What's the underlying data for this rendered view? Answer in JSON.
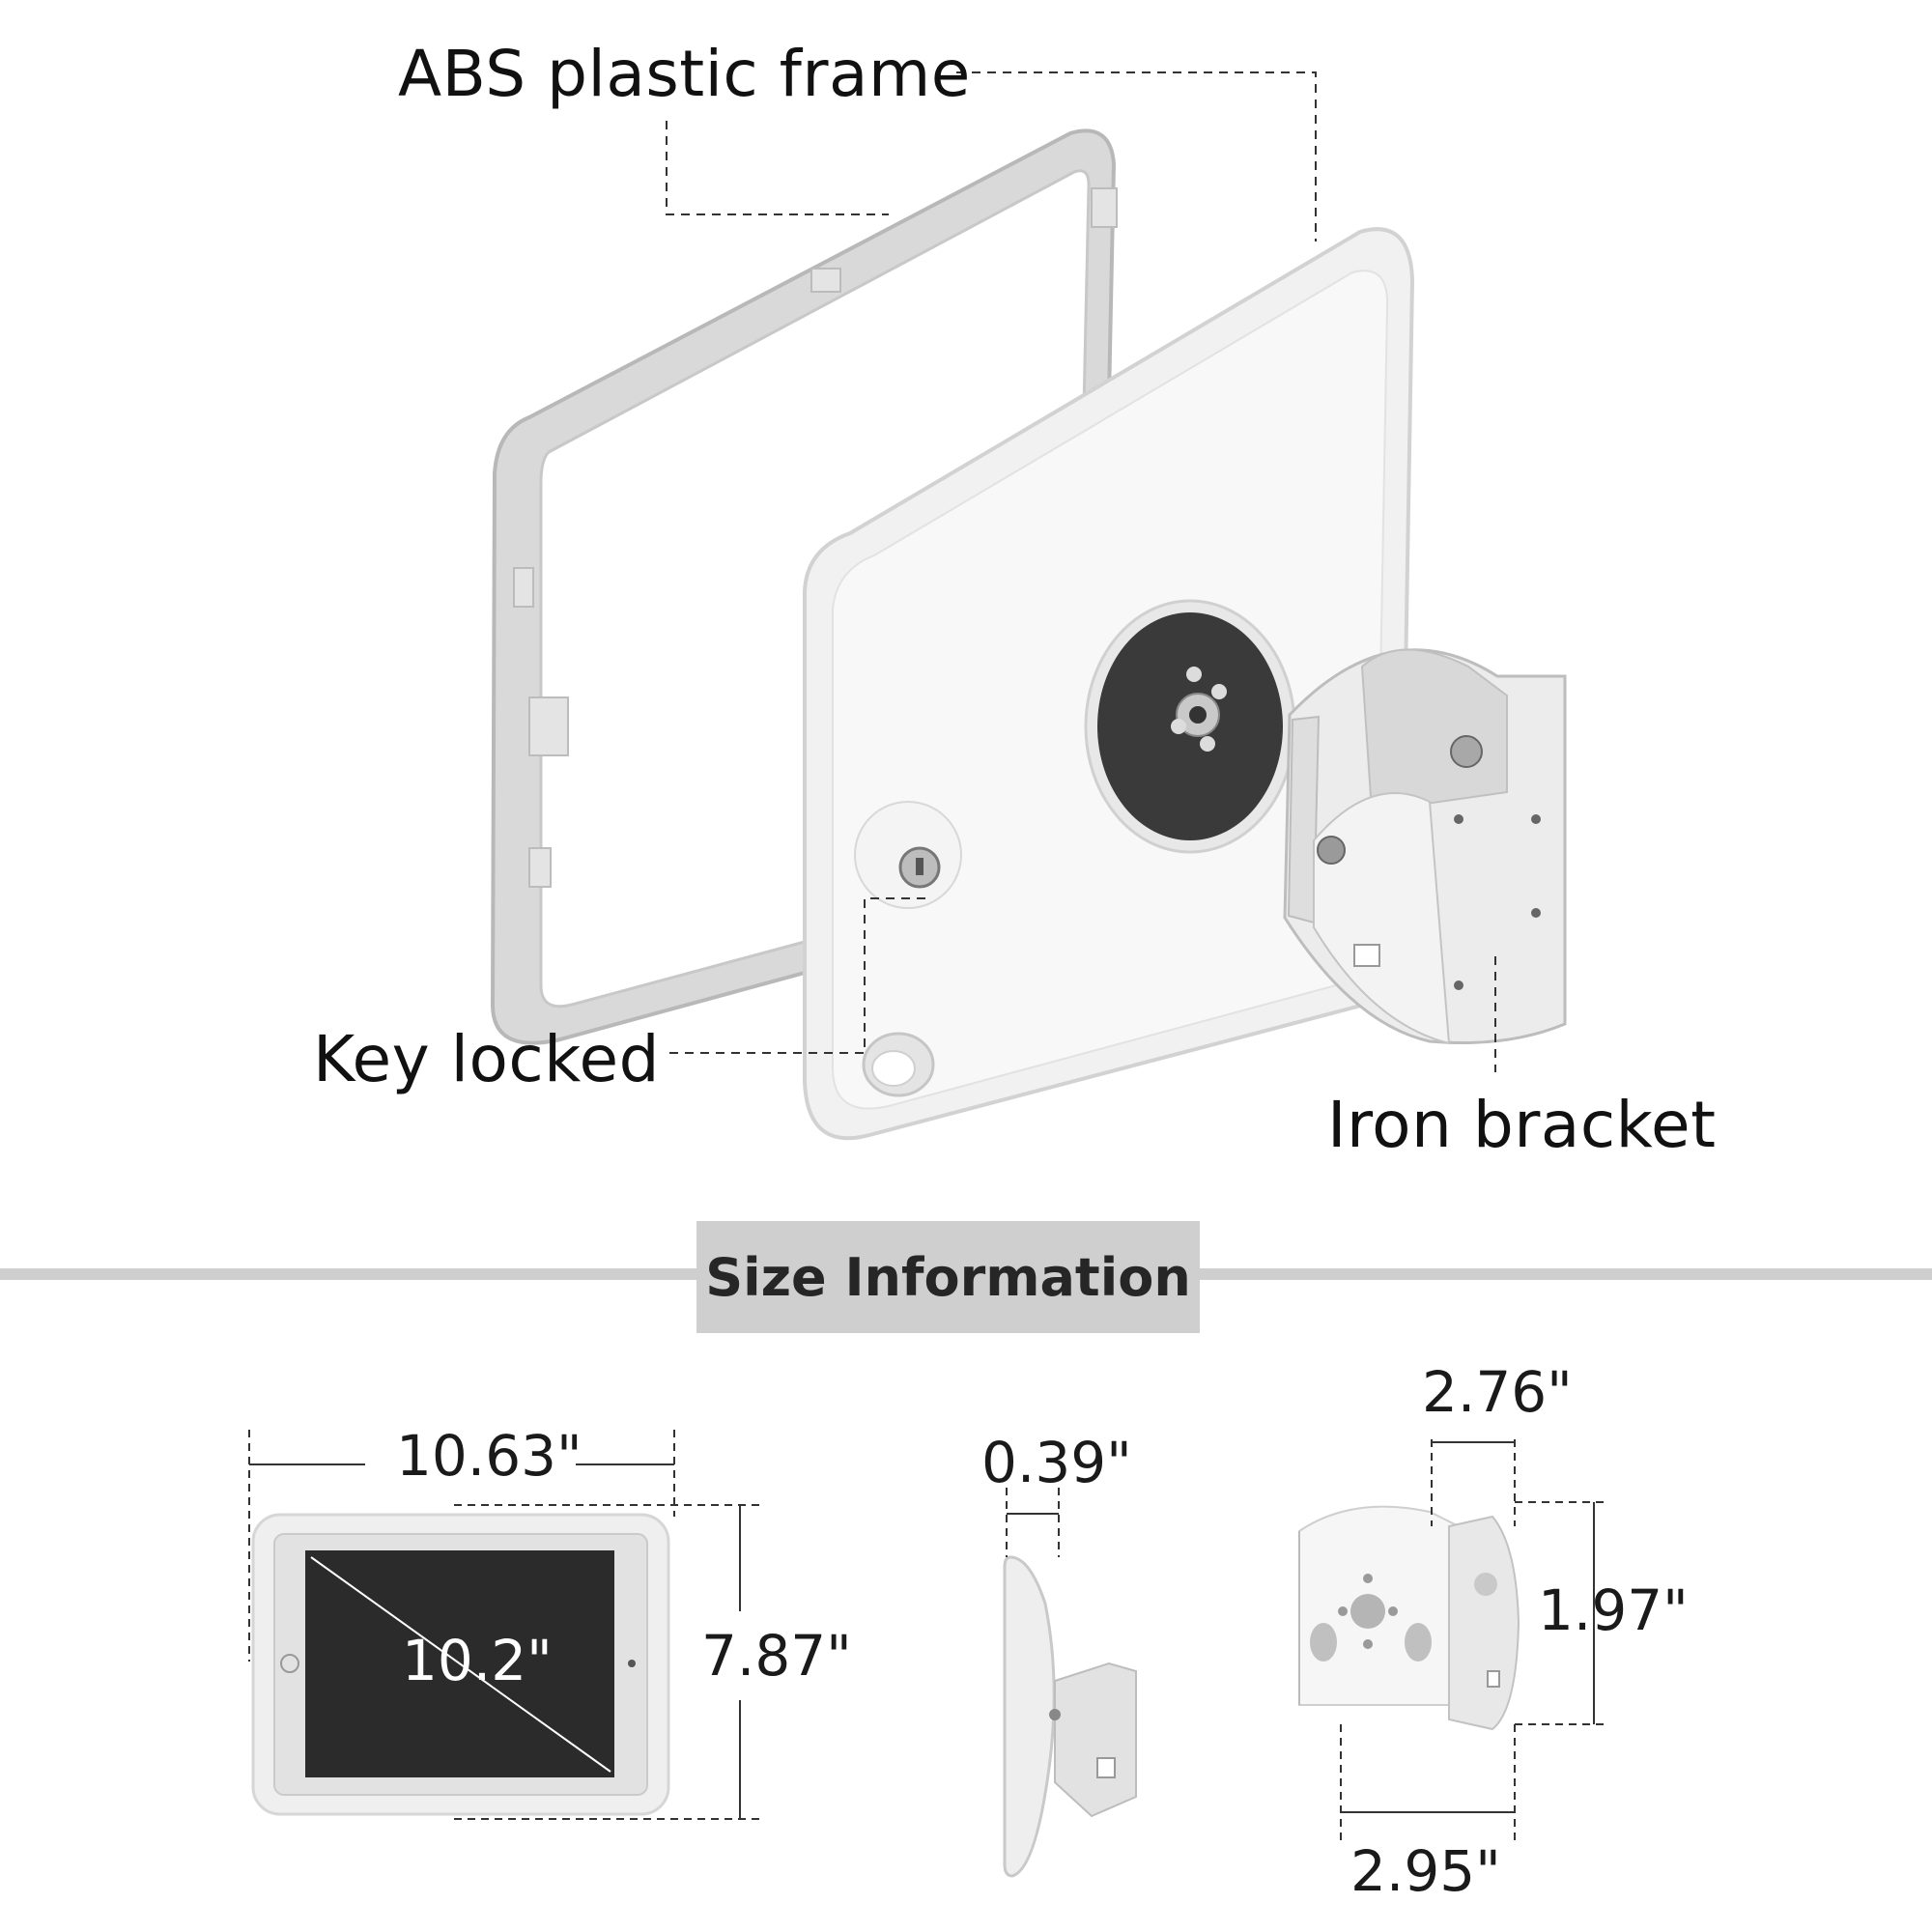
{
  "callouts": {
    "frame": "ABS plastic frame",
    "lock": "Key locked",
    "bracket": "Iron  bracket"
  },
  "section_title": "Size Information",
  "dimensions": {
    "width": "10.63\"",
    "height": "7.87\"",
    "screen": "10.2\"",
    "depth": "0.39\"",
    "bracket_top": "2.76\"",
    "bracket_side": "1.97\"",
    "bracket_bottom": "2.95\""
  },
  "colors": {
    "background": "#ffffff",
    "banner": "#cfcfcf",
    "screen": "#2b2b2b",
    "plastic": "#ececec",
    "mount_disc": "#3a3a3a"
  }
}
